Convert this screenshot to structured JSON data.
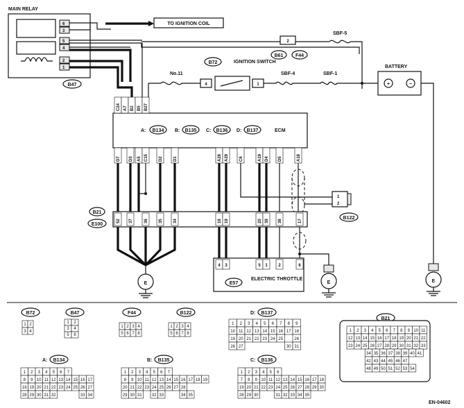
{
  "components": {
    "main_relay": "MAIN RELAY",
    "main_relay_id": "B47",
    "ignition_coil": "TO IGNITION COIL",
    "battery": "BATTERY",
    "ignition_switch": "IGNITION SWITCH",
    "ignition_switch_id": "B72",
    "fuse_no11": "No.11",
    "sbf5": "SBF-5",
    "sbf4": "SBF-4",
    "sbf1": "SBF-1",
    "ecm": "ECM",
    "electric_throttle": "ELECTRIC THROTTLE",
    "electric_throttle_id": "E57",
    "connector_b61": "B61",
    "connector_f44": "F44",
    "connector_b122": "B122",
    "connector_b21": "B21",
    "connector_e100": "E100",
    "ground": "E",
    "battery_plus": "+",
    "battery_minus": "−",
    "doc_code": "EN-04602"
  },
  "relay_pins": [
    "6",
    "3",
    "5",
    "4",
    "2",
    "1"
  ],
  "ignition_switch_pins": [
    "4",
    "1"
  ],
  "fuse_connector_pin": "2",
  "b122_pins": [
    "1",
    "2"
  ],
  "ecm_connector_refs": [
    {
      "prefix": "A:",
      "id": "B134"
    },
    {
      "prefix": "B:",
      "id": "B135"
    },
    {
      "prefix": "C:",
      "id": "B136"
    },
    {
      "prefix": "D:",
      "id": "B137"
    }
  ],
  "ecm_top_pins": [
    "C24",
    "A7",
    "B2",
    "B5",
    "B27"
  ],
  "ecm_bottom_pins": [
    "D7",
    "D3",
    "A5",
    "C15",
    "D2",
    "D1",
    "A28",
    "A29",
    "C6",
    "A19",
    "D4",
    "D5",
    "A18"
  ],
  "b21_pins": [
    "52",
    "37",
    "36",
    "35",
    "34",
    "18",
    "19",
    "20",
    "39",
    "38",
    "17"
  ],
  "throttle_pins": [
    "4",
    "3",
    "5",
    "1",
    "2",
    "6"
  ],
  "connector_legend": {
    "b72": {
      "label": "B72",
      "rows": [
        [
          "1",
          "2"
        ],
        [
          "3",
          "4"
        ]
      ]
    },
    "b47": {
      "label": "B47",
      "rows": [
        [
          "1",
          "2"
        ],
        [
          "3",
          "4"
        ],
        [
          "5",
          "6"
        ]
      ]
    },
    "f44": {
      "label": "F44",
      "rows": [
        [
          "1",
          "2",
          "3",
          "4"
        ],
        [
          "5",
          "6",
          "7",
          "8"
        ]
      ]
    },
    "b122": {
      "label": "B122",
      "rows": [
        [
          "1",
          "2",
          "3",
          "4"
        ],
        [
          "5",
          "6",
          "7",
          "8"
        ]
      ]
    },
    "b137": {
      "label": "B137",
      "prefix": "D:",
      "rows": [
        [
          "1",
          "2",
          "3",
          "4",
          "5",
          "6",
          "7",
          "8",
          "9"
        ],
        [
          "10",
          "11",
          "12",
          "13",
          "14",
          "15",
          "16",
          "17",
          "18"
        ],
        [
          "19",
          "20",
          "21",
          "22",
          "23",
          "24",
          "25",
          "",
          "26"
        ],
        [
          "26",
          "27",
          "",
          "",
          "",
          "",
          "",
          "30",
          "31"
        ]
      ]
    },
    "b21": {
      "label": "B21",
      "rows": [
        [
          "1",
          "2",
          "3",
          "4",
          "5",
          "6",
          "7",
          "8",
          "9",
          "10",
          "11"
        ],
        [
          "12",
          "13",
          "14",
          "15",
          "16",
          "17",
          "18",
          "19",
          "20",
          "21",
          "22"
        ],
        [
          "23",
          "24",
          "25",
          "26",
          "27",
          "28",
          "29",
          "30",
          "31",
          "32",
          "33"
        ],
        [
          "34",
          "35",
          "36",
          "37",
          "38",
          "39",
          "40",
          "41"
        ],
        [
          "42",
          "43",
          "44",
          "45",
          "46",
          "47"
        ],
        [
          "48",
          "49",
          "50",
          "51",
          "52",
          "53",
          "54"
        ]
      ]
    },
    "b134": {
      "label": "B134",
      "prefix": "A:",
      "rows": [
        [
          "1",
          "2",
          "3",
          "4",
          "5",
          "6",
          "7"
        ],
        [
          "8",
          "9",
          "10",
          "11",
          "12",
          "13",
          "14",
          "15",
          "16",
          "17"
        ],
        [
          "18",
          "19",
          "20",
          "21",
          "22",
          "23",
          "24",
          "25",
          "26",
          "27"
        ],
        [
          "28",
          "29",
          "30",
          "31",
          "32",
          "",
          "",
          "",
          "33",
          "34"
        ]
      ]
    },
    "b135": {
      "label": "B135",
      "prefix": "B:",
      "rows": [
        [
          "1",
          "2",
          "3",
          "4",
          "5",
          "6",
          "7"
        ],
        [
          "8",
          "9",
          "10",
          "11",
          "12",
          "13",
          "14",
          "15",
          "16",
          "17",
          "18",
          "19"
        ],
        [
          "20",
          "21",
          "22",
          "23",
          "24",
          "25",
          "26",
          "27",
          "28"
        ],
        [
          "29",
          "30",
          "31",
          "",
          "32",
          "33",
          "",
          "",
          "34",
          "35"
        ]
      ]
    },
    "b136": {
      "label": "B136",
      "prefix": "C:",
      "rows": [
        [
          "1",
          "2",
          "3",
          "4",
          "5",
          "6"
        ],
        [
          "7",
          "8",
          "9",
          "10",
          "11",
          "12",
          "13",
          "14",
          "15",
          "16",
          "17",
          "18"
        ],
        [
          "19",
          "20",
          "21",
          "22",
          "23",
          "24",
          "25",
          "26",
          "27",
          "28",
          "29",
          "30"
        ],
        [
          "28",
          "29",
          "30",
          "",
          "",
          "31",
          "32",
          "33",
          "34",
          "35"
        ]
      ]
    }
  }
}
